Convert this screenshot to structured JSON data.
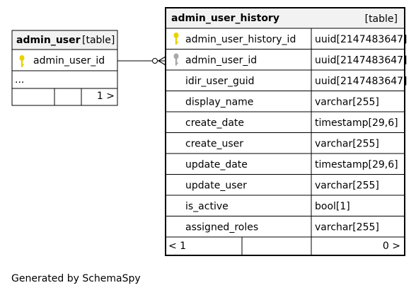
{
  "tables": {
    "admin_user": {
      "name": "admin_user",
      "type_label": "[table]",
      "key_column": "admin_user_id",
      "more": "...",
      "footer_right": "1 >"
    },
    "admin_user_history": {
      "name": "admin_user_history",
      "type_label": "[table]",
      "columns": [
        {
          "name": "admin_user_history_id",
          "type": "uuid[2147483647]",
          "key": "primary"
        },
        {
          "name": "admin_user_id",
          "type": "uuid[2147483647]",
          "key": "foreign"
        },
        {
          "name": "idir_user_guid",
          "type": "uuid[2147483647]",
          "key": ""
        },
        {
          "name": "display_name",
          "type": "varchar[255]",
          "key": ""
        },
        {
          "name": "create_date",
          "type": "timestamp[29,6]",
          "key": ""
        },
        {
          "name": "create_user",
          "type": "varchar[255]",
          "key": ""
        },
        {
          "name": "update_date",
          "type": "timestamp[29,6]",
          "key": ""
        },
        {
          "name": "update_user",
          "type": "varchar[255]",
          "key": ""
        },
        {
          "name": "is_active",
          "type": "bool[1]",
          "key": ""
        },
        {
          "name": "assigned_roles",
          "type": "varchar[255]",
          "key": ""
        }
      ],
      "footer_left": "< 1",
      "footer_right": "0 >"
    }
  },
  "icons": {
    "primary_key": "key-icon",
    "foreign_key": "key-icon",
    "primary_key_color": "#e8d200",
    "foreign_key_color": "#a8a8a8"
  },
  "footer": {
    "generated_by": "Generated by SchemaSpy"
  }
}
